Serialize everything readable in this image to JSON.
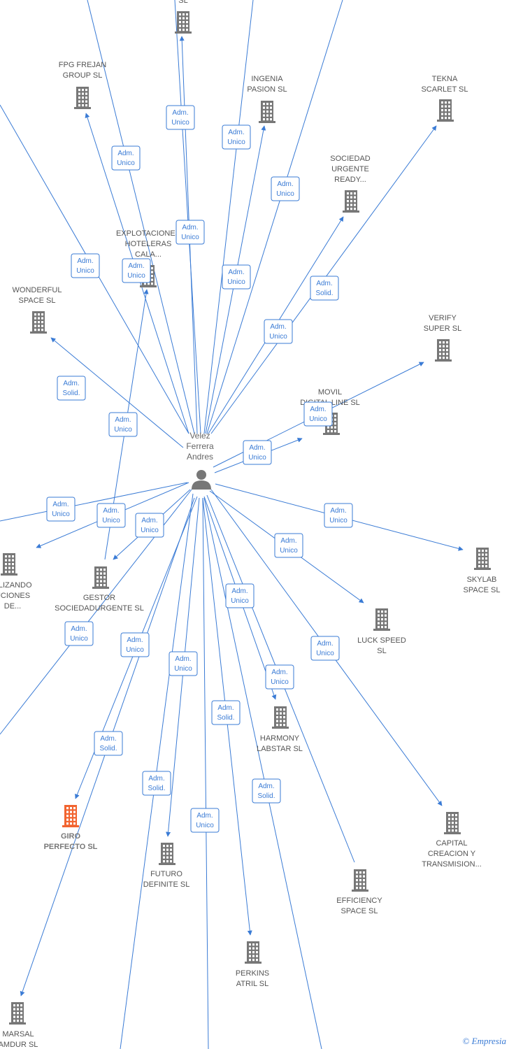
{
  "center": {
    "label_lines": [
      "Velez",
      "Ferrera",
      "Andres"
    ],
    "icon": "person-icon"
  },
  "nodes": [
    {
      "id": "top-sl",
      "lines": [
        "SL"
      ]
    },
    {
      "id": "fpg-frejan",
      "lines": [
        "FPG FREJAN",
        "GROUP  SL"
      ]
    },
    {
      "id": "ingenia-pasion",
      "lines": [
        "INGENIA",
        "PASION  SL"
      ]
    },
    {
      "id": "tekna-scarlet",
      "lines": [
        "TEKNA",
        "SCARLET  SL"
      ]
    },
    {
      "id": "sociedad-urgente",
      "lines": [
        "SOCIEDAD",
        "URGENTE",
        "READY..."
      ]
    },
    {
      "id": "explotaciones",
      "lines": [
        "EXPLOTACIONES",
        "HOTELERAS",
        "CALA..."
      ]
    },
    {
      "id": "wonderful-space",
      "lines": [
        "WONDERFUL",
        "SPACE  SL"
      ]
    },
    {
      "id": "verify-super",
      "lines": [
        "VERIFY",
        "SUPER  SL"
      ]
    },
    {
      "id": "movil-digital",
      "lines": [
        "MOVIL",
        "DIGITAL LINE SL"
      ]
    },
    {
      "id": "realizando",
      "lines": [
        "ALIZANDO",
        "UCIONES",
        "DE..."
      ]
    },
    {
      "id": "gestor",
      "lines": [
        "GESTOR",
        "SOCIEDADURGENTE SL"
      ]
    },
    {
      "id": "skylab",
      "lines": [
        "SKYLAB",
        "SPACE  SL"
      ]
    },
    {
      "id": "luck-speed",
      "lines": [
        "LUCK SPEED",
        "SL"
      ]
    },
    {
      "id": "harmony",
      "lines": [
        "HARMONY",
        "LABSTAR SL"
      ]
    },
    {
      "id": "giro-perfecto",
      "lines": [
        "GIRO",
        "PERFECTO  SL"
      ],
      "highlight": true
    },
    {
      "id": "futuro",
      "lines": [
        "FUTURO",
        "DEFINITE  SL"
      ]
    },
    {
      "id": "capital",
      "lines": [
        "CAPITAL",
        "CREACION Y",
        "TRANSMISION..."
      ]
    },
    {
      "id": "efficiency",
      "lines": [
        "EFFICIENCY",
        "SPACE  SL"
      ]
    },
    {
      "id": "perkins",
      "lines": [
        "PERKINS",
        "ATRIL  SL"
      ]
    },
    {
      "id": "marsal",
      "lines": [
        "MARSAL",
        "AMDUR  SL"
      ]
    }
  ],
  "edges": [
    {
      "target": "top-sl",
      "rel": [
        "Adm.",
        "Unico"
      ]
    },
    {
      "target": "fpg-frejan",
      "rel": [
        "Adm.",
        "Unico"
      ]
    },
    {
      "target": "ingenia-pasion",
      "rel": [
        "Adm.",
        "Unico"
      ]
    },
    {
      "target": "tekna-scarlet",
      "rel": [
        "Adm.",
        "Solid."
      ]
    },
    {
      "target": "sociedad-urgente",
      "rel": [
        "Adm.",
        "Unico"
      ]
    },
    {
      "target": "explotaciones",
      "rel": [
        "Adm.",
        "Unico"
      ]
    },
    {
      "target": "wonderful-space",
      "rel": [
        "Adm.",
        "Solid."
      ]
    },
    {
      "target": "verify-super",
      "rel": [
        "Adm.",
        "Unico"
      ]
    },
    {
      "target": "movil-digital",
      "rel": [
        "Adm.",
        "Unico"
      ]
    },
    {
      "target": "realizando",
      "rel": [
        "Adm.",
        "Unico"
      ]
    },
    {
      "target": "gestor",
      "rel": [
        "Adm.",
        "Unico"
      ]
    },
    {
      "target": "skylab",
      "rel": [
        "Adm.",
        "Unico"
      ]
    },
    {
      "target": "luck-speed",
      "rel": [
        "Adm.",
        "Unico"
      ]
    },
    {
      "target": "harmony",
      "rel": [
        "Adm.",
        "Unico"
      ]
    },
    {
      "target": "giro-perfecto",
      "rel": [
        "Adm.",
        "Unico"
      ]
    },
    {
      "target": "futuro",
      "rel": [
        "Adm.",
        "Unico"
      ]
    },
    {
      "target": "capital",
      "rel": [
        "Adm.",
        "Unico"
      ]
    },
    {
      "target": "efficiency",
      "rel": [
        "Adm.",
        "Unico"
      ]
    },
    {
      "target": "perkins",
      "rel": [
        "Adm.",
        "Solid."
      ]
    },
    {
      "target": "marsal",
      "rel": [
        "Adm.",
        "Solid."
      ]
    },
    {
      "target": "offscreen-1",
      "rel": [
        "Adm.",
        "Unico"
      ]
    },
    {
      "target": "offscreen-2",
      "rel": [
        "Adm.",
        "Unico"
      ]
    },
    {
      "target": "offscreen-3",
      "rel": [
        "Adm.",
        "Unico"
      ]
    },
    {
      "target": "offscreen-4",
      "rel": [
        "Adm.",
        "Unico"
      ]
    },
    {
      "target": "offscreen-5",
      "rel": [
        "Adm.",
        "Unico"
      ]
    },
    {
      "target": "offscreen-6",
      "rel": [
        "Adm.",
        "Unico"
      ]
    },
    {
      "target": "offscreen-7",
      "rel": [
        "Adm.",
        "Unico"
      ]
    },
    {
      "target": "offscreen-8",
      "rel": [
        "Adm.",
        "Solid."
      ]
    },
    {
      "target": "offscreen-9",
      "rel": [
        "Adm.",
        "Unico"
      ]
    },
    {
      "target": "offscreen-10",
      "rel": [
        "Adm.",
        "Solid."
      ]
    }
  ],
  "colors": {
    "edge": "#3a7bd5",
    "building": "#777777",
    "highlight": "#f26430"
  },
  "brand": {
    "copyright": "©",
    "name": "Empresia",
    "icon": "copyright-icon"
  }
}
